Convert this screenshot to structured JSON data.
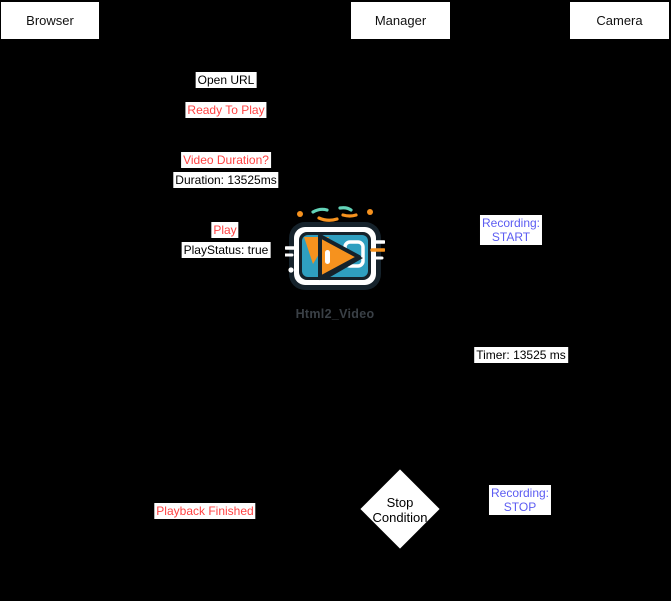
{
  "diagram": {
    "background_color": "#000000",
    "actors": [
      {
        "label": "Browser"
      },
      {
        "label": "Manager"
      },
      {
        "label": "Camera"
      }
    ],
    "messages": {
      "open_url": {
        "label": "Open URL",
        "color": "#000000"
      },
      "ready_to_play": {
        "label": "Ready To Play",
        "color": "#ff4343"
      },
      "video_duration": {
        "label": "Video Duration?",
        "color": "#ff4343"
      },
      "duration": {
        "label": "Duration: 13525ms",
        "color": "#000000"
      },
      "play": {
        "label": "Play",
        "color": "#ff4343"
      },
      "playstatus": {
        "label": "PlayStatus: true",
        "color": "#000000"
      },
      "recording_start": {
        "line1": "Recording:",
        "line2": "START",
        "color": "#5c5cf2"
      },
      "timer": {
        "label": "Timer: 13525 ms",
        "color": "#000000"
      },
      "playback_finished": {
        "label": "Playback Finished",
        "color": "#ff4343"
      },
      "recording_stop": {
        "line1": "Recording:",
        "line2": "STOP",
        "color": "#5c5cf2"
      }
    },
    "decision": {
      "line1": "Stop",
      "line2": "Condition"
    },
    "logo": {
      "caption": "Html2_Video",
      "icon": "video-player-play-button-icon",
      "colors": {
        "dark": "#15222b",
        "teal": "#2f9fc0",
        "orange": "#f6921e",
        "mint": "#63d3b8",
        "white": "#ffffff"
      }
    }
  }
}
